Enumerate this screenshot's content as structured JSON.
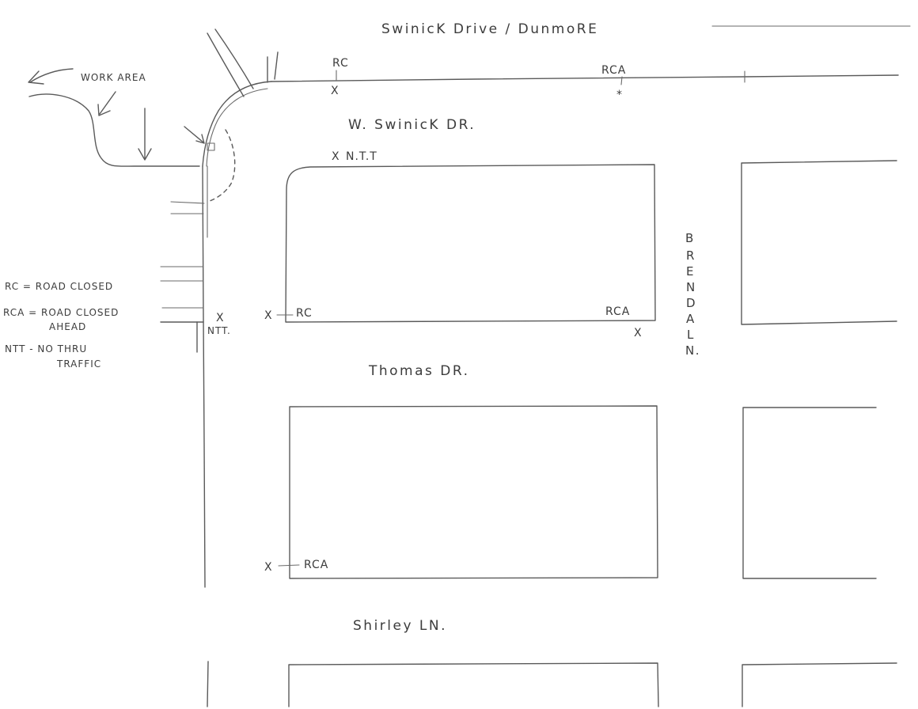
{
  "streets": {
    "top": "SwinicK Drive / DunmoRE",
    "w_swinick": "W. SwinicK DR.",
    "thomas": "Thomas DR.",
    "shirley": "Shirley LN.",
    "brenda_letters": [
      "B",
      "R",
      "E",
      "N",
      "D",
      "A",
      "L",
      "N."
    ]
  },
  "work_area": "WORK AREA",
  "signs": {
    "rc_top": "RC",
    "rca_top": "RCA",
    "ntt_top": "N.T.T",
    "ntt_left": "NTT.",
    "rc_thomas": "RC",
    "rca_thomas": "RCA",
    "rca_shirley": "RCA",
    "x": "X",
    "star": "*"
  },
  "legend": {
    "rc": "RC = ROAD CLOSED",
    "rca_1": "RCA = ROAD CLOSED",
    "rca_2": "AHEAD",
    "ntt_1": "NTT - NO THRU",
    "ntt_2": "TRAFFIC"
  }
}
